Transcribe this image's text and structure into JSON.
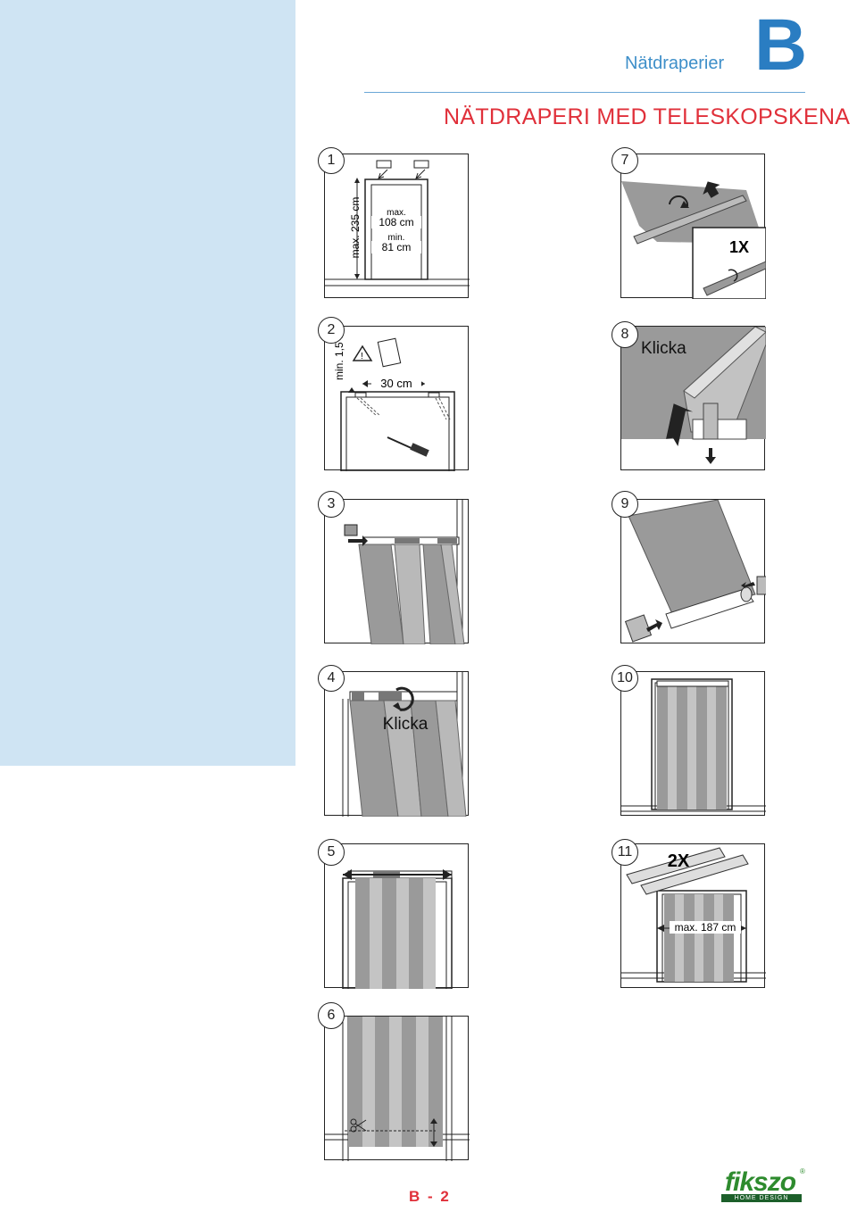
{
  "header": {
    "subtitle": "Nätdraperier",
    "section_letter": "B",
    "title": "NÄTDRAPERI MED TELESKOPSKENA"
  },
  "steps": [
    {
      "num": "1",
      "labels": {
        "height": "max. 235 cm",
        "max_label": "max.",
        "max_value": "108 cm",
        "min_label": "min.",
        "min_value": "81 cm"
      }
    },
    {
      "num": "2",
      "labels": {
        "min": "min. 1,5 cm",
        "width": "30 cm"
      }
    },
    {
      "num": "3"
    },
    {
      "num": "4",
      "labels": {
        "click": "Klicka"
      }
    },
    {
      "num": "5"
    },
    {
      "num": "6"
    },
    {
      "num": "7",
      "labels": {
        "count": "1X"
      }
    },
    {
      "num": "8",
      "labels": {
        "click": "Klicka"
      }
    },
    {
      "num": "9"
    },
    {
      "num": "10"
    },
    {
      "num": "11",
      "labels": {
        "count": "2X",
        "max": "max. 187 cm"
      }
    }
  ],
  "footer": {
    "page": "B - 2",
    "logo": "fikszo",
    "logo_tagline": "HOME DESIGN",
    "logo_mark": "®"
  },
  "colors": {
    "accent_blue": "#2a7dc2",
    "title_red": "#e0303a",
    "sidebar": "#cfe4f3",
    "curtain_gray": "#9a9a9a",
    "logo_green": "#2e8b2e"
  }
}
